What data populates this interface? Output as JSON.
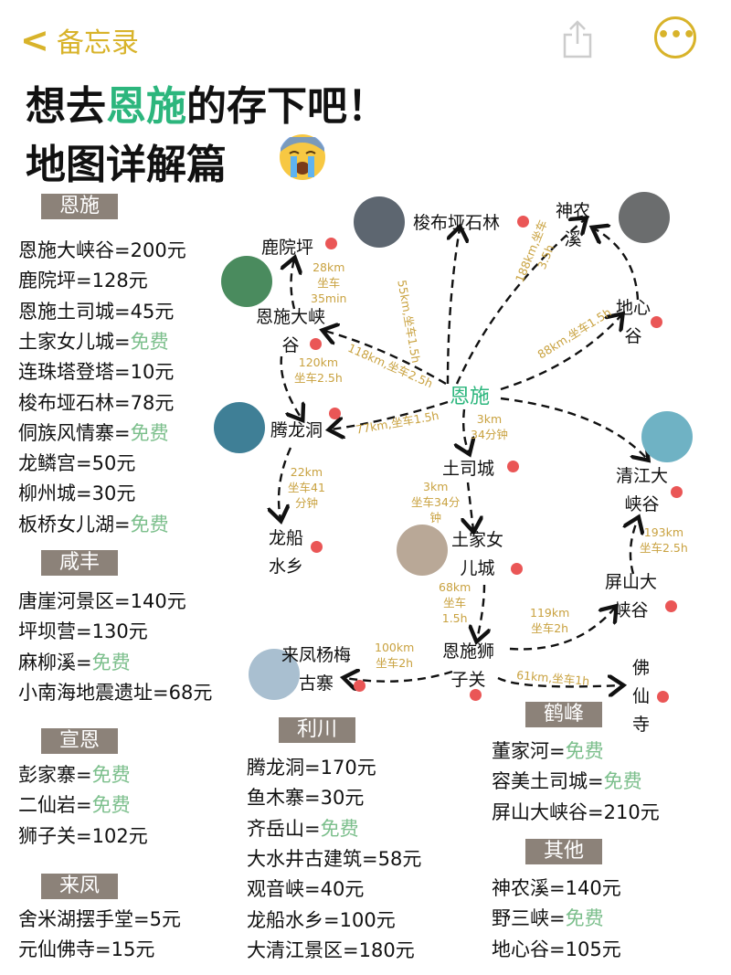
{
  "header": {
    "back_label": "备忘录",
    "share_icon": "share-icon",
    "more_icon": "more-icon",
    "accent": "#d8b32a"
  },
  "title": {
    "line1_pre": "想去",
    "line1_hl": "恩施",
    "line1_post": "的存下吧！",
    "line2": "地图详解篇",
    "emoji": "loudly-crying-face"
  },
  "colors": {
    "highlight": "#2cb67d",
    "free": "#7cbf8c",
    "badge": "#8c8279",
    "distance": "#c9a240",
    "dot": "#ea5656"
  },
  "lists": {
    "enshi": {
      "title": "恩施",
      "items": [
        [
          "恩施大峡谷=",
          "200元"
        ],
        [
          "鹿院坪=",
          "128元"
        ],
        [
          "恩施土司城=",
          "45元"
        ],
        [
          "土家女儿城=",
          "免费"
        ],
        [
          "连珠塔登塔=",
          "10元"
        ],
        [
          "梭布垭石林=",
          "78元"
        ],
        [
          "侗族风情寨=",
          "免费"
        ],
        [
          "龙鳞宫=",
          "50元"
        ],
        [
          "柳州城=",
          "30元"
        ],
        [
          "板桥女儿湖=",
          "免费"
        ]
      ]
    },
    "xianfeng": {
      "title": "咸丰",
      "items": [
        [
          "唐崖河景区=",
          "140元"
        ],
        [
          "坪坝营=",
          "130元"
        ],
        [
          "麻柳溪=",
          "免费"
        ],
        [
          "小南海地震遗址=",
          "68元"
        ]
      ]
    },
    "xuanen": {
      "title": "宣恩",
      "items": [
        [
          "彭家寨=",
          "免费"
        ],
        [
          "二仙岩=",
          "免费"
        ],
        [
          "狮子关=",
          "102元"
        ]
      ]
    },
    "laifeng": {
      "title": "来凤",
      "items": [
        [
          "舍米湖摆手堂=",
          "5元"
        ],
        [
          "元仙佛寺=",
          "15元"
        ]
      ]
    },
    "lichuan": {
      "title": "利川",
      "items": [
        [
          "腾龙洞=",
          "170元"
        ],
        [
          "鱼木寨=",
          "30元"
        ],
        [
          "齐岳山=",
          "免费"
        ],
        [
          "大水井古建筑=",
          "58元"
        ],
        [
          "观音峡=",
          "40元"
        ],
        [
          "龙船水乡=",
          "100元"
        ],
        [
          "大清江景区=",
          "180元"
        ]
      ]
    },
    "hefeng": {
      "title": "鹤峰",
      "items": [
        [
          "董家河=",
          "免费"
        ],
        [
          "容美土司城=",
          "免费"
        ],
        [
          "屏山大峡谷=",
          "210元"
        ]
      ]
    },
    "other": {
      "title": "其他",
      "items": [
        [
          "神农溪=",
          "140元"
        ],
        [
          "野三峡=",
          "免费"
        ],
        [
          "地心谷=",
          "105元"
        ]
      ]
    }
  },
  "map": {
    "center": "恩施",
    "nodes": {
      "luyuanping": [
        "鹿院坪"
      ],
      "suobuya": [
        "梭布垭石林"
      ],
      "shennongxi": [
        "神农",
        "溪"
      ],
      "dixingu": [
        "地心",
        "谷"
      ],
      "daxiagu": [
        "恩施大峡",
        "谷"
      ],
      "tenglongdong": [
        "腾龙洞"
      ],
      "tusicheng": [
        "土司城"
      ],
      "longchuan": [
        "龙船",
        "水乡"
      ],
      "tujia": [
        "土家女",
        "儿城"
      ],
      "qingjiang": [
        "清江大",
        "峡谷"
      ],
      "pingshan": [
        "屏山大",
        "峡谷"
      ],
      "shiziguan": [
        "恩施狮",
        "子关"
      ],
      "laifeng": [
        "来凤杨梅",
        "古寨"
      ],
      "foxiansi": [
        "佛",
        "仙",
        "寺"
      ]
    },
    "distances": {
      "d_luyuan": [
        "28km",
        "坐车",
        "35min"
      ],
      "d_suobu": [
        "55km,坐车1.5h"
      ],
      "d_shennong": [
        "188km,坐车",
        "3.5h"
      ],
      "d_daxiagu": [
        "118km,坐车2.5h"
      ],
      "d_dixin": [
        "88km,坐车1.5h"
      ],
      "d_daxia_teng": [
        "120km",
        "坐车2.5h"
      ],
      "d_teng": [
        "77km,坐车1.5h"
      ],
      "d_tusi": [
        "3km",
        "34分钟"
      ],
      "d_longchuan": [
        "22km",
        "坐车41",
        "分钟"
      ],
      "d_tujia": [
        "3km",
        "坐车34分",
        "钟"
      ],
      "d_shizi": [
        "68km",
        "坐车",
        "1.5h"
      ],
      "d_qingjiang": [
        "193km",
        "坐车2.5h"
      ],
      "d_pingshan": [
        "119km",
        "坐车2h"
      ],
      "d_laifeng": [
        "100km",
        "坐车2h"
      ],
      "d_foxian": [
        "61km,坐车1h"
      ]
    }
  }
}
